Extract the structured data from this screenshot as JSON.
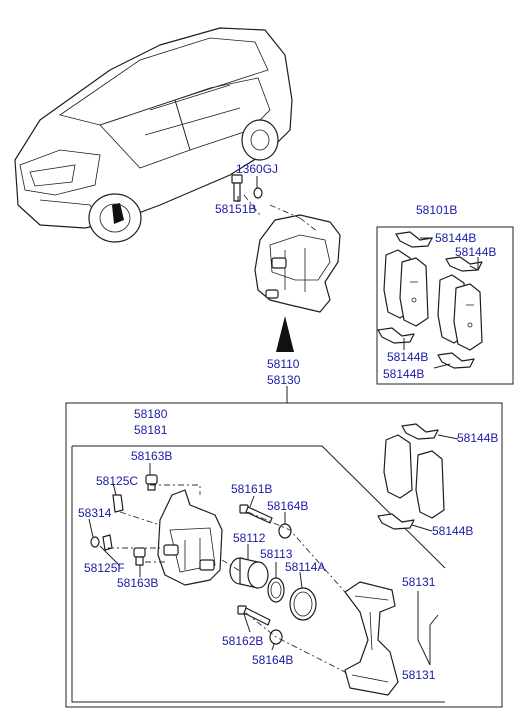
{
  "labels": {
    "l1360gj": "1360GJ",
    "l58151b": "58151B",
    "l58101b": "58101B",
    "l58144b_1": "58144B",
    "l58144b_2": "58144B",
    "l58144b_3": "58144B",
    "l58144b_4": "58144B",
    "l58110": "58110",
    "l58130": "58130",
    "l58180": "58180",
    "l58181": "58181",
    "l58163b_top": "58163B",
    "l58125c": "58125C",
    "l58314": "58314",
    "l58125f": "58125F",
    "l58163b_bottom": "58163B",
    "l58161b": "58161B",
    "l58164b_top": "58164B",
    "l58112": "58112",
    "l58113": "58113",
    "l58114a": "58114A",
    "l58162b": "58162B",
    "l58164b_bottom": "58164B",
    "l58144b_5": "58144B",
    "l58144b_6": "58144B",
    "l58131_top": "58131",
    "l58131_bottom": "58131"
  },
  "colors": {
    "label": "#1a1aa6",
    "line": "#222222",
    "background": "#ffffff"
  }
}
